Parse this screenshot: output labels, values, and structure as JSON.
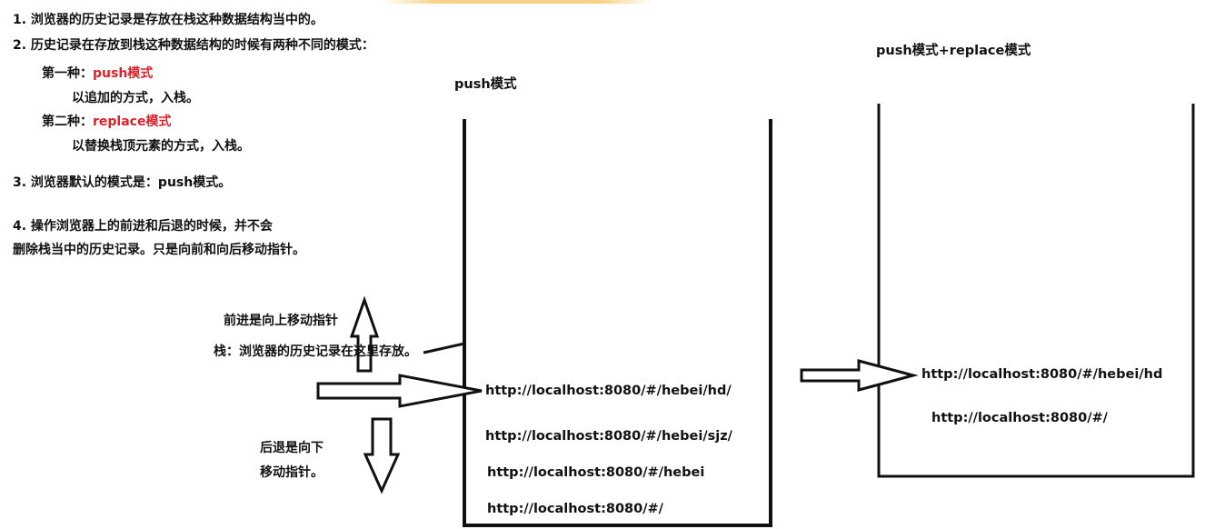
{
  "notes": {
    "n1": "1. 浏览器的历史记录是存放在栈这种数据结构当中的。",
    "n2": "2. 历史记录在存放到栈这种数据结构的时候有两种不同的模式：",
    "mode1_prefix": "第一种：",
    "mode1_name": "push模式",
    "mode1_desc": "以追加的方式，入栈。",
    "mode2_prefix": "第二种：",
    "mode2_name": "replace模式",
    "mode2_desc": "以替换栈顶元素的方式，入栈。",
    "n3": "3. 浏览器默认的模式是：push模式。",
    "n4_line1": "4. 操作浏览器上的前进和后退的时候，并不会",
    "n4_line2": "删除栈当中的历史记录。只是向前和向后移动指针。"
  },
  "annotations": {
    "forward": "前进是向上移动指针",
    "stack_label": "栈：浏览器的历史记录在这里存放。",
    "back_line1": "后退是向下",
    "back_line2": "移动指针。"
  },
  "push_stack": {
    "title": "push模式",
    "entries": [
      "http://localhost:8080/#/hebei/hd/",
      "http://localhost:8080/#/hebei/sjz/",
      "http://localhost:8080/#/hebei",
      "http://localhost:8080/#/"
    ]
  },
  "replace_stack": {
    "title": "push模式+replace模式",
    "entries": [
      "http://localhost:8080/#/hebei/hd",
      "http://localhost:8080/#/"
    ]
  },
  "colors": {
    "accent_red": "#e0202a",
    "top_bar": "#f6c76a",
    "ink": "#111111"
  }
}
